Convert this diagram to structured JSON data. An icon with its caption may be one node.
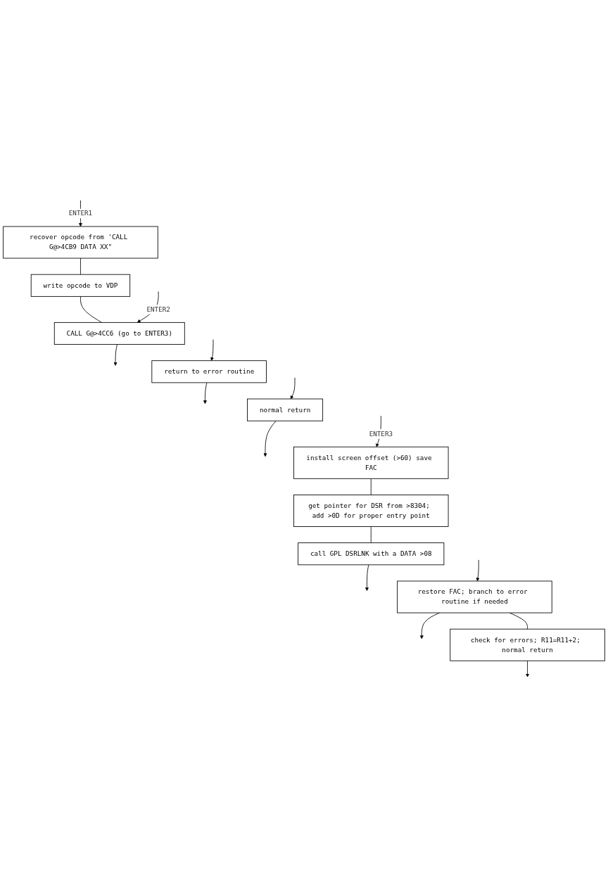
{
  "diagram": {
    "nodes": [
      {
        "text": [
          "recover opcode from 'CALL G@>4CB9 DATA XX\""
        ]
      },
      {
        "text": [
          "write opcode to VDP"
        ]
      },
      {
        "text": [
          "CALL G@>4CC6 (go to ENTER3)"
        ]
      },
      {
        "text": [
          "return to error routine"
        ]
      },
      {
        "text": [
          "normal return"
        ]
      },
      {
        "text": [
          "install screen offset (>60) save FAC"
        ]
      },
      {
        "text": [
          "get pointer for DSR from >8304; add >0D for proper entry point"
        ]
      },
      {
        "text": [
          "call GPL DSRLNK with a DATA >08"
        ]
      },
      {
        "text": [
          "restore FAC; branch to error routine if needed"
        ]
      },
      {
        "text": [
          "check for errors; R11=R11+2; normal return"
        ]
      }
    ],
    "edges": [
      {
        "from": null,
        "to": 0,
        "arrow": "to",
        "label": "ENTER1"
      },
      {
        "from": 0,
        "to": 1,
        "arrow": "none"
      },
      {
        "from": 1,
        "to": 2,
        "arrow": "none"
      },
      {
        "from": null,
        "to": 2,
        "arrow": "to",
        "label": "ENTER2"
      },
      {
        "from": 2,
        "to": null,
        "arrow": "to"
      },
      {
        "from": null,
        "to": 3,
        "arrow": "to"
      },
      {
        "from": 3,
        "to": null,
        "arrow": "to"
      },
      {
        "from": null,
        "to": 4,
        "arrow": "to"
      },
      {
        "from": 4,
        "to": null,
        "arrow": "to"
      },
      {
        "from": null,
        "to": 5,
        "arrow": "to",
        "label": "ENTER3"
      },
      {
        "from": 5,
        "to": 6,
        "arrow": "none"
      },
      {
        "from": 6,
        "to": 7,
        "arrow": "none"
      },
      {
        "from": 7,
        "to": null,
        "arrow": "to"
      },
      {
        "from": null,
        "to": 8,
        "arrow": "to"
      },
      {
        "from": 8,
        "to": null,
        "arrow": "to"
      },
      {
        "from": 8,
        "to": 9,
        "arrow": "none"
      },
      {
        "from": 9,
        "to": null,
        "arrow": "to"
      }
    ]
  }
}
